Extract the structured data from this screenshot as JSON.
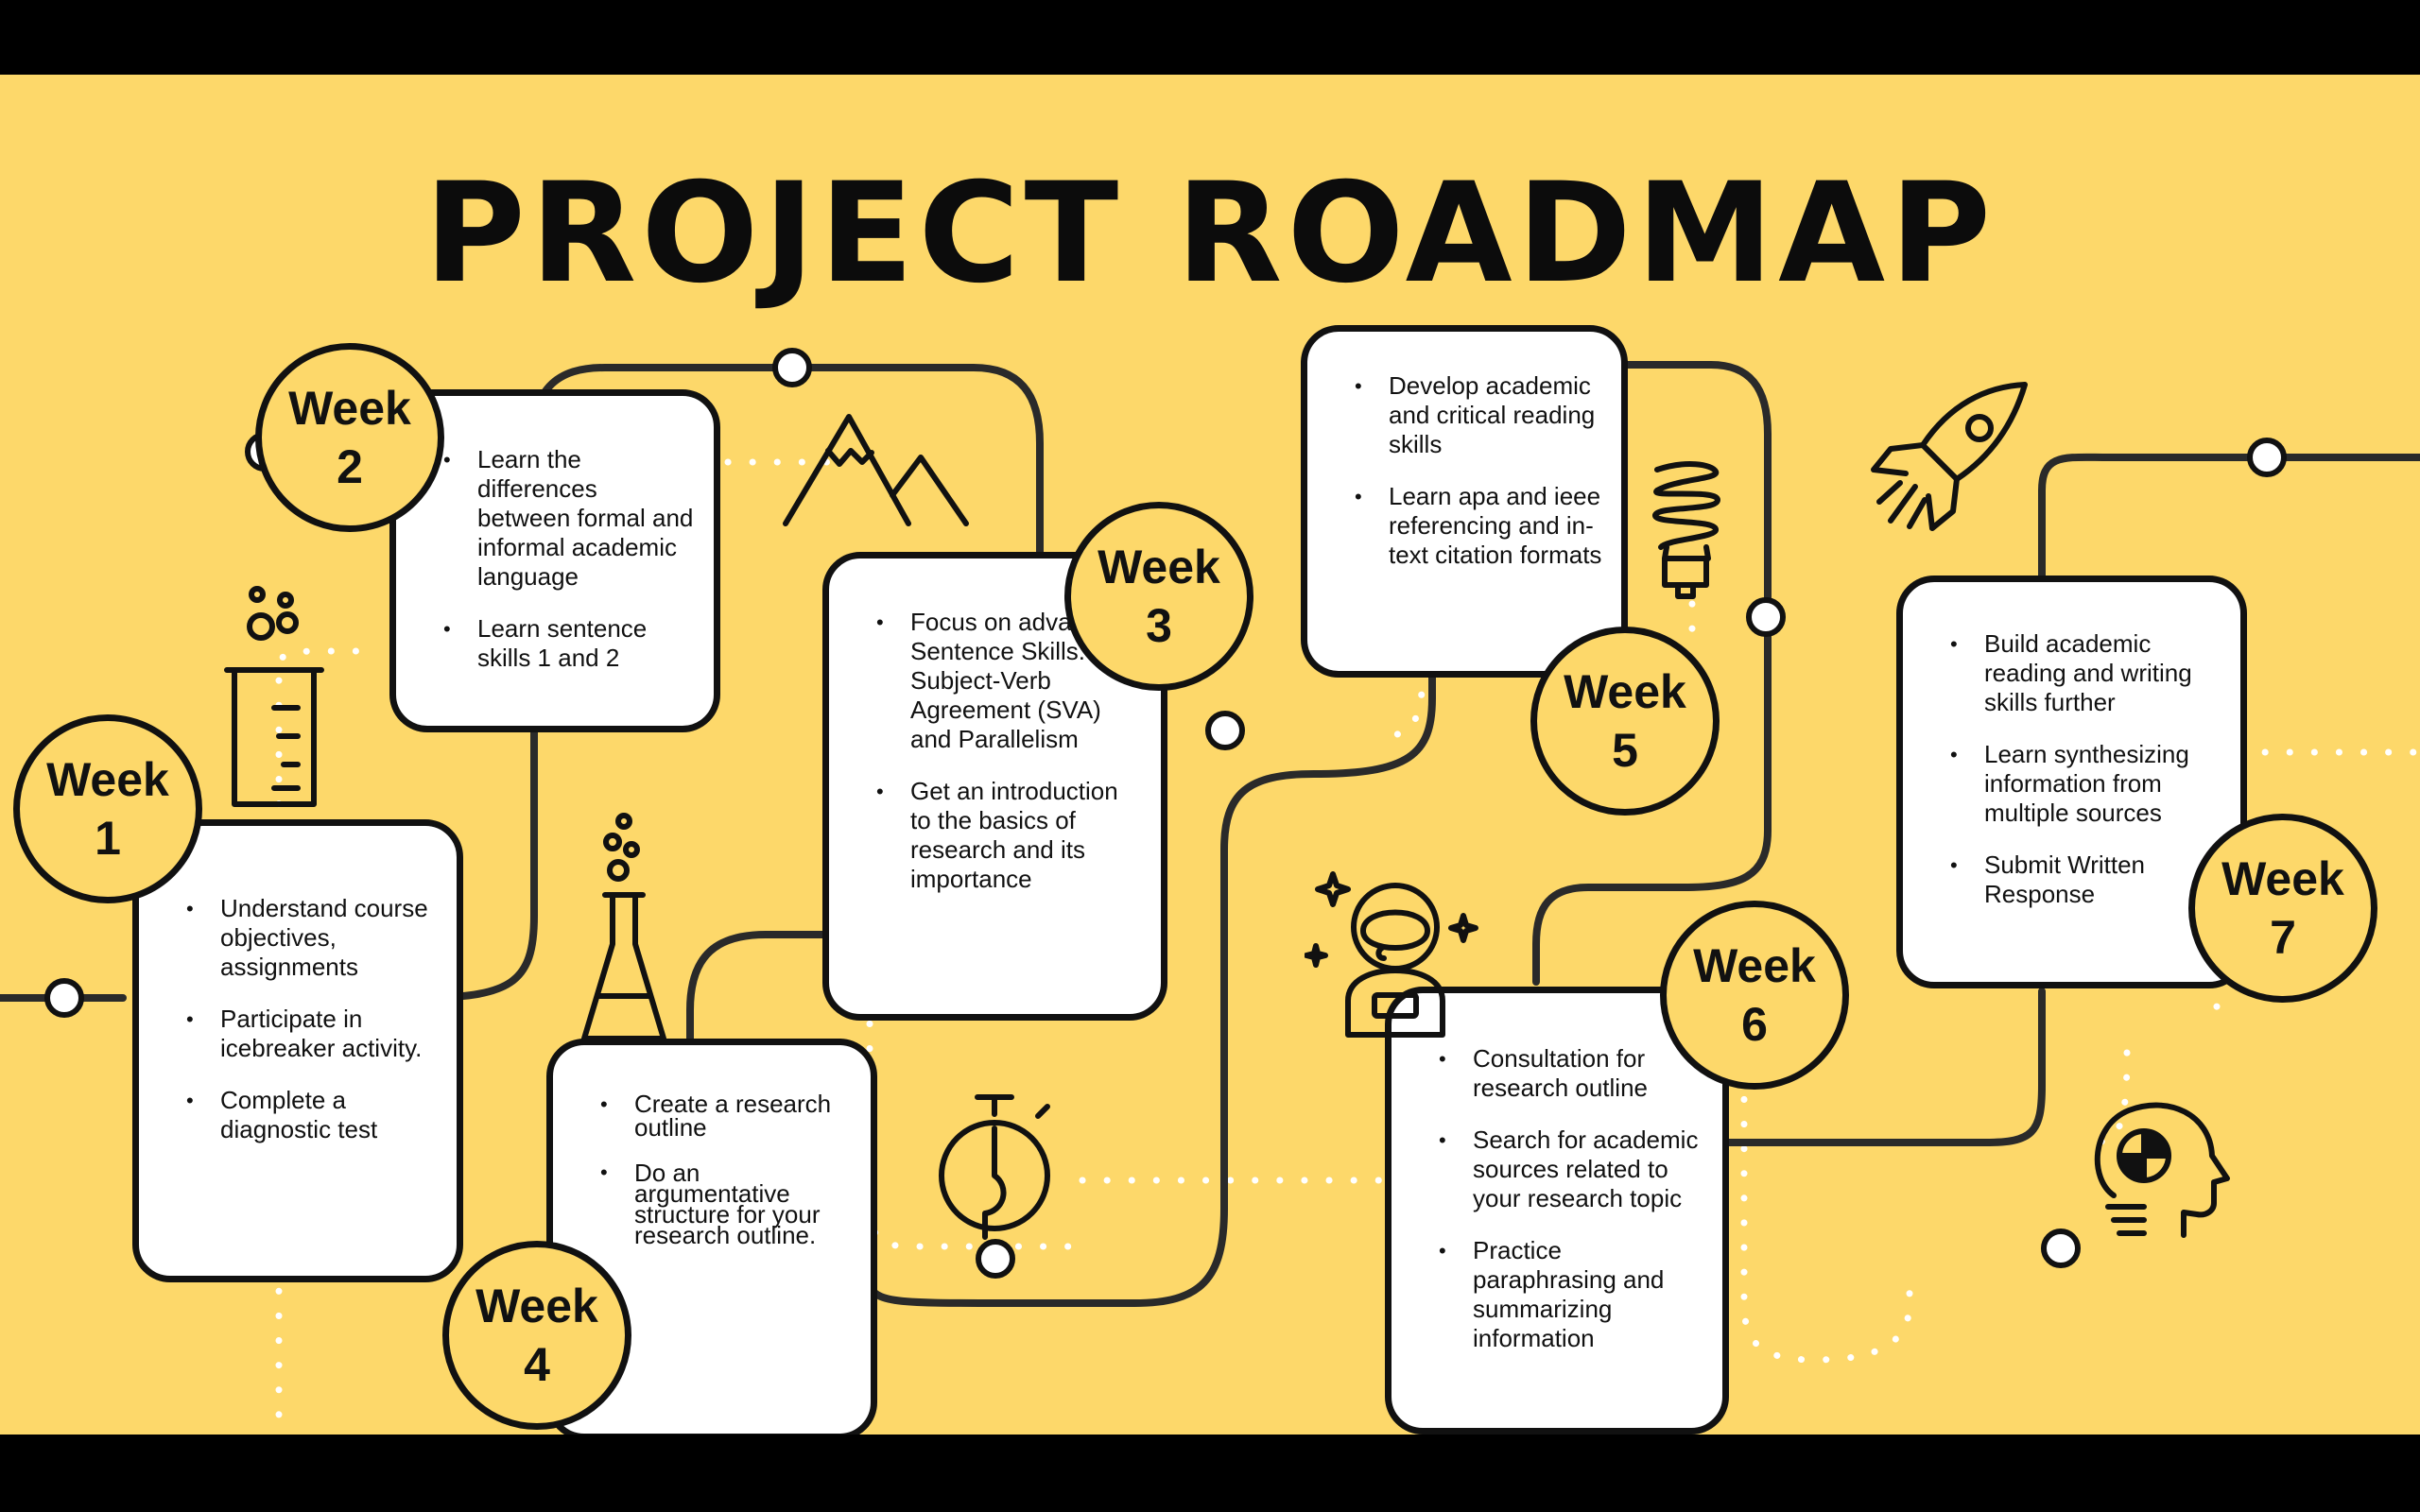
{
  "title": "PROJECT ROADMAP",
  "colors": {
    "background": "#FDD86A",
    "ink": "#111111",
    "card": "#FFFFFF",
    "frame": "#000000"
  },
  "weeks": [
    {
      "label": "Week",
      "number": "1",
      "items": [
        "Understand course objectives, assignments",
        "Participate in icebreaker activity.",
        "Complete a diagnostic test"
      ]
    },
    {
      "label": "Week",
      "number": "2",
      "items": [
        "Learn the differences between formal and informal academic language",
        "Learn sentence skills 1 and 2"
      ]
    },
    {
      "label": "Week",
      "number": "3",
      "items": [
        "Focus on advanced Sentence Skills: Subject-Verb Agreement (SVA) and Parallelism",
        "Get an introduction to the basics of research and its importance"
      ]
    },
    {
      "label": "Week",
      "number": "4",
      "items": [
        "Create a research outline",
        "Do an argumentative structure for your research outline."
      ]
    },
    {
      "label": "Week",
      "number": "5",
      "items": [
        "Develop academic and critical reading skills",
        "Learn apa and ieee referencing and in-text citation formats"
      ]
    },
    {
      "label": "Week",
      "number": "6",
      "items": [
        "Consultation for research outline",
        "Search for academic sources related to your research topic",
        "Practice paraphrasing and summarizing information"
      ]
    },
    {
      "label": "Week",
      "number": "7",
      "items": [
        "Build academic reading and writing skills further",
        "Learn synthesizing information from multiple sources",
        "Submit Written Response"
      ]
    }
  ],
  "icons": [
    "beaker-icon",
    "flask-icon",
    "mountains-icon",
    "stopwatch-icon",
    "lightbulb-icon",
    "astronaut-icon",
    "rocket-icon",
    "head-gear-icon"
  ]
}
